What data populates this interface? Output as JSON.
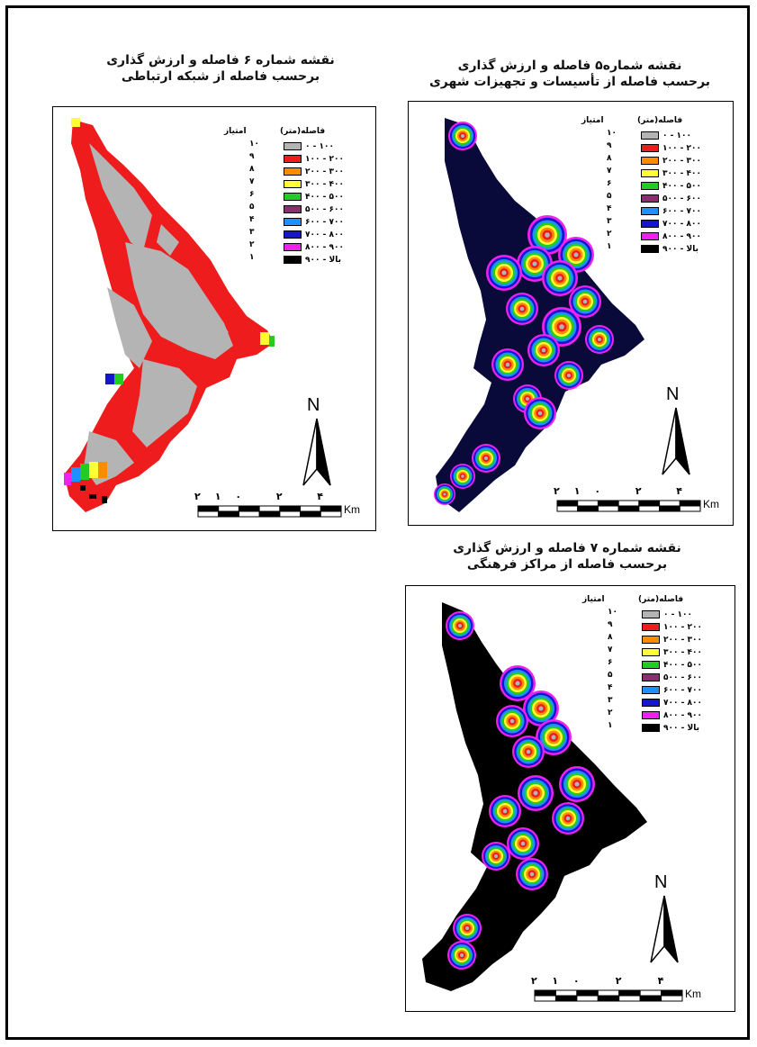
{
  "maps": [
    {
      "id": "map6",
      "title_line1": "نقشه شماره ۶ فاصله و ارزش گذاری",
      "title_line2": "برحسب فاصله از شبکه ارتباطی"
    },
    {
      "id": "map5",
      "title_line1": "نقشه شماره۵ فاصله و ارزش گذاری",
      "title_line2": "برحسب فاصله از تأسیسات و تجهیزات شهری"
    },
    {
      "id": "map7",
      "title_line1": "نقشه شماره ۷ فاصله و ارزش گذاری",
      "title_line2": "برحسب فاصله از مراکز فرهنگی"
    }
  ],
  "legend": {
    "header_distance": "فاصله(متر)",
    "header_score": "امتیاز",
    "classes": [
      {
        "label": "۰ - ۱۰۰",
        "score": "۱۰",
        "color": "#b4b4b4"
      },
      {
        "label": "۱۰۰ - ۲۰۰",
        "score": "۹",
        "color": "#ee1c1c"
      },
      {
        "label": "۲۰۰ - ۳۰۰",
        "score": "۸",
        "color": "#ff8c00"
      },
      {
        "label": "۳۰۰ - ۴۰۰",
        "score": "۷",
        "color": "#ffff33"
      },
      {
        "label": "۴۰۰ - ۵۰۰",
        "score": "۶",
        "color": "#22cc22"
      },
      {
        "label": "۵۰۰ - ۶۰۰",
        "score": "۵",
        "color": "#8b2e6e"
      },
      {
        "label": "۶۰۰ - ۷۰۰",
        "score": "۴",
        "color": "#1e90ff"
      },
      {
        "label": "۷۰۰ - ۸۰۰",
        "score": "۳",
        "color": "#1515cc"
      },
      {
        "label": "۸۰۰ - ۹۰۰",
        "score": "۲",
        "color": "#ee22ee"
      },
      {
        "label": "بالا - ۹۰۰",
        "score": "۱",
        "color": "#000000"
      }
    ]
  },
  "north_label": "N",
  "scale": {
    "ticks": [
      "۲",
      "۱",
      "۰",
      "۲",
      "۴"
    ],
    "unit": "Km"
  },
  "colors": {
    "gray": "#b4b4b4",
    "red": "#ee1c1c",
    "navy": "#0a0a3a",
    "black": "#000000"
  }
}
